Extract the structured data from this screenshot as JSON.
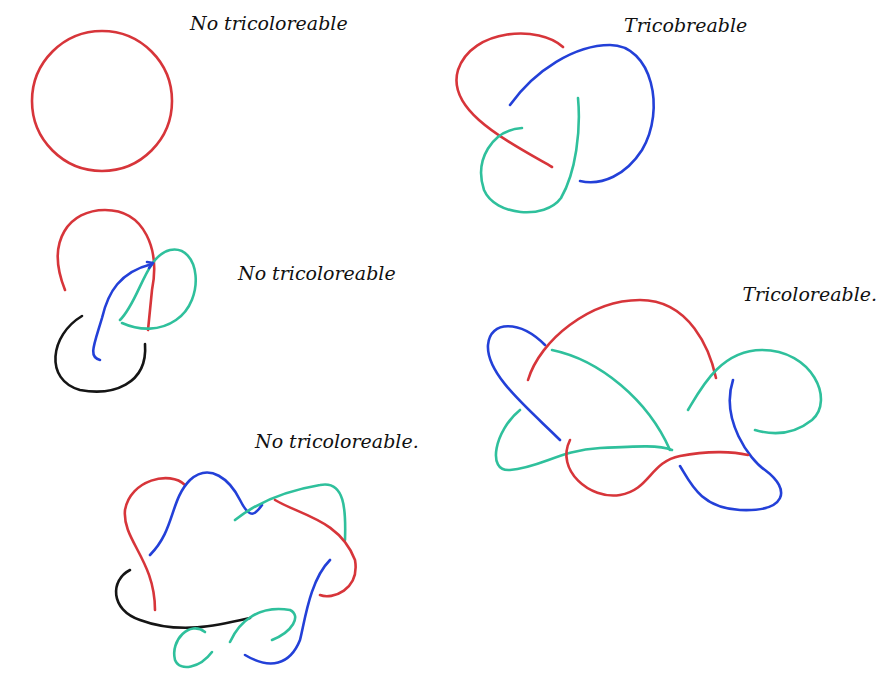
{
  "diagram": {
    "labels": [
      "No tricoloreable",
      "Tricobreable",
      "No tricoloreable",
      "Tricoloreable.",
      "No tricoloreable."
    ]
  }
}
